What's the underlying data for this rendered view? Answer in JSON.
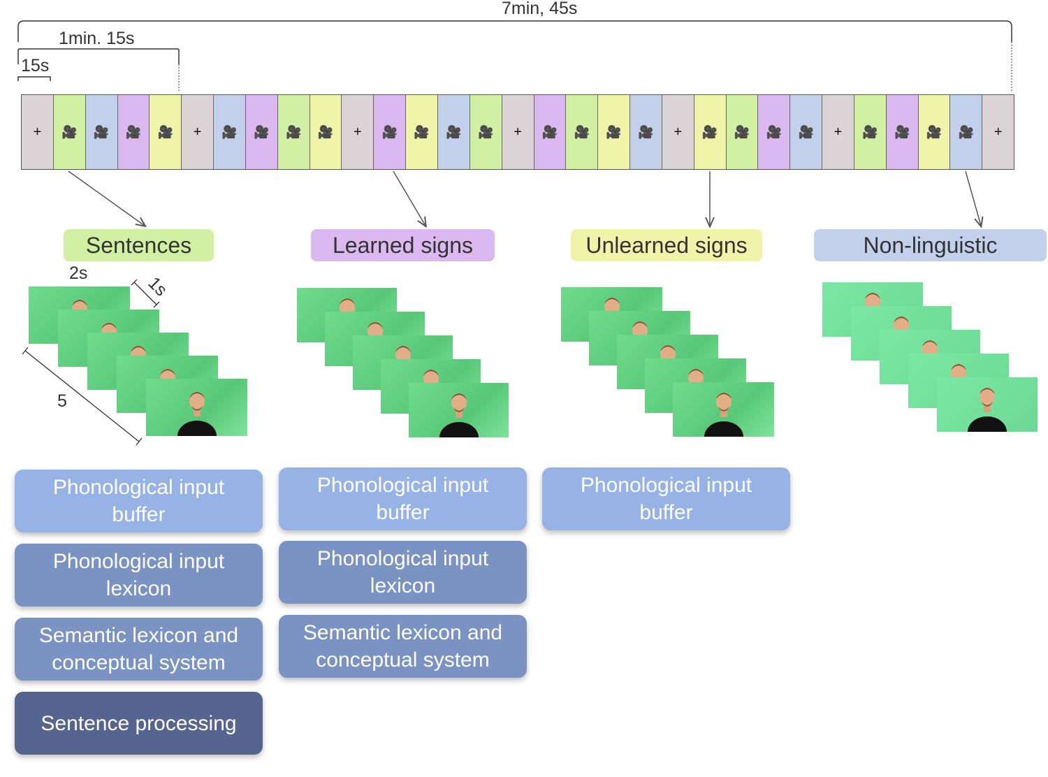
{
  "timing": {
    "total": "7min, 45s",
    "cycle": "1min. 15s",
    "block": "15s"
  },
  "timeline": {
    "blocks": [
      "fixation",
      "sentences",
      "non-linguistic",
      "learned",
      "unlearned",
      "fixation",
      "non-linguistic",
      "learned",
      "sentences",
      "unlearned",
      "fixation",
      "learned",
      "unlearned",
      "non-linguistic",
      "sentences",
      "fixation",
      "learned",
      "sentences",
      "unlearned",
      "non-linguistic",
      "fixation",
      "unlearned",
      "sentences",
      "learned",
      "non-linguistic",
      "fixation",
      "sentences",
      "learned",
      "unlearned",
      "non-linguistic",
      "fixation"
    ],
    "fixation_symbol": "+",
    "video_symbol": "🎥"
  },
  "colors": {
    "fixation": "#dcd3d6",
    "sentences": "#d2f0a4",
    "learned": "#dbb8ef",
    "unlearned": "#eff4a8",
    "non-linguistic": "#c3d0ec"
  },
  "categories": [
    {
      "label": "Sentences",
      "key": "sentences"
    },
    {
      "label": "Learned signs",
      "key": "learned"
    },
    {
      "label": "Unlearned signs",
      "key": "unlearned"
    },
    {
      "label": "Non-linguistic",
      "key": "non-linguistic"
    }
  ],
  "stimulus_annotations": {
    "duration": "2s",
    "interval": "1s",
    "count": "5"
  },
  "processes": {
    "sentences": [
      "Phonological input\nbuffer",
      "Phonological input\nlexicon",
      "Semantic lexicon and\nconceptual system",
      "Sentence processing"
    ],
    "learned": [
      "Phonological input\nbuffer",
      "Phonological input\nlexicon",
      "Semantic lexicon and\nconceptual system"
    ],
    "unlearned": [
      "Phonological input\nbuffer"
    ]
  }
}
